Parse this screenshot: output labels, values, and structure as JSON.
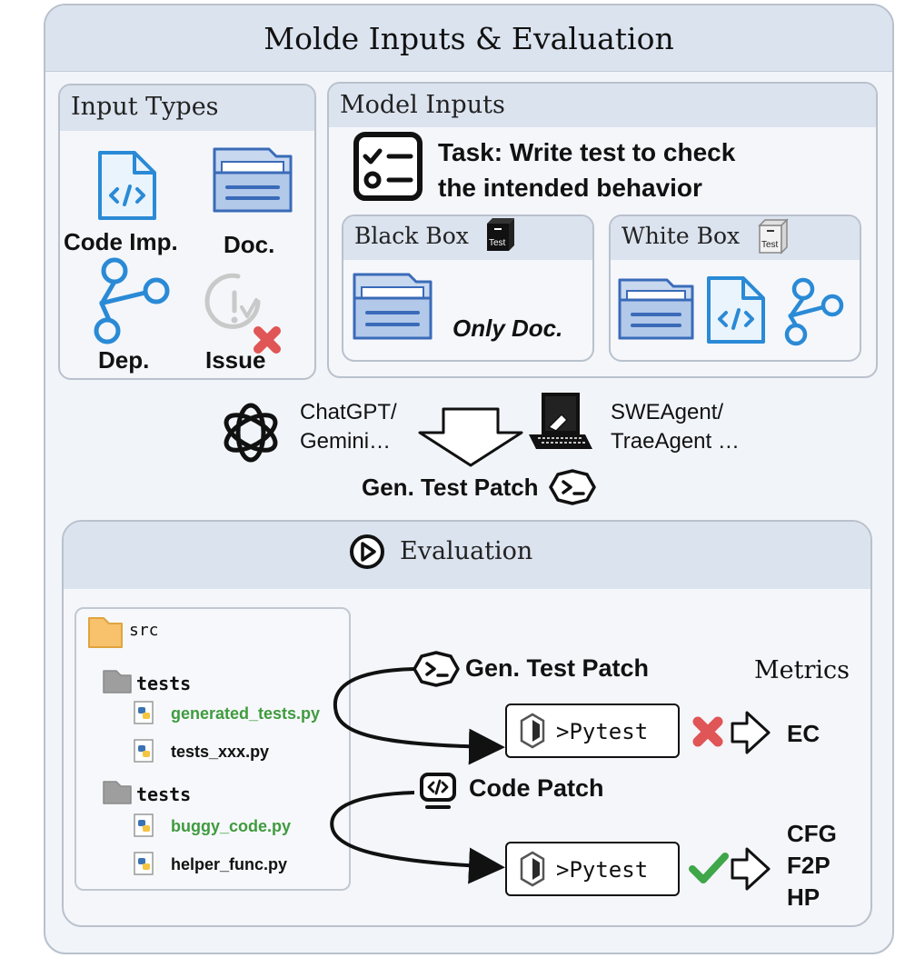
{
  "title": "Molde Inputs & Evaluation",
  "input_types": {
    "heading": "Input Types",
    "items": [
      "Code Imp.",
      "Doc.",
      "Dep.",
      "Issue"
    ]
  },
  "model_inputs": {
    "heading": "Model Inputs",
    "task_line1": "Task: Write test to check",
    "task_line2": "the intended behavior",
    "black_box": {
      "heading": "Black Box",
      "badge": "Test",
      "note": "Only Doc."
    },
    "white_box": {
      "heading": "White Box",
      "badge": "Test"
    }
  },
  "generation": {
    "llm_line1": "ChatGPT/",
    "llm_line2": "Gemini…",
    "agent_line1": "SWEAgent/",
    "agent_line2": "TraeAgent …",
    "output": "Gen. Test Patch"
  },
  "evaluation": {
    "heading": "Evaluation",
    "tree": {
      "root": "src",
      "folder1": "tests",
      "file1": "generated_tests.py",
      "file2": "tests_xxx.py",
      "folder2": "tests",
      "file3": "buggy_code.py",
      "file4": "helper_func.py"
    },
    "patch1": "Gen. Test Patch",
    "patch2": "Code Patch",
    "metrics_heading": "Metrics",
    "pytest1": ">Pytest",
    "pytest2": ">Pytest",
    "metric1": "EC",
    "metric2a": "CFG",
    "metric2b": "F2P",
    "metric2c": "HP"
  },
  "colors": {
    "icon_blue": "#2a8ad6",
    "header_fill": "#dbe3ef",
    "panel_border": "#b9c1cc",
    "green_text": "#3f9b3f",
    "fail_red": "#e05555",
    "pass_green": "#3fa64a",
    "folder_orange": "#f7c26b"
  }
}
